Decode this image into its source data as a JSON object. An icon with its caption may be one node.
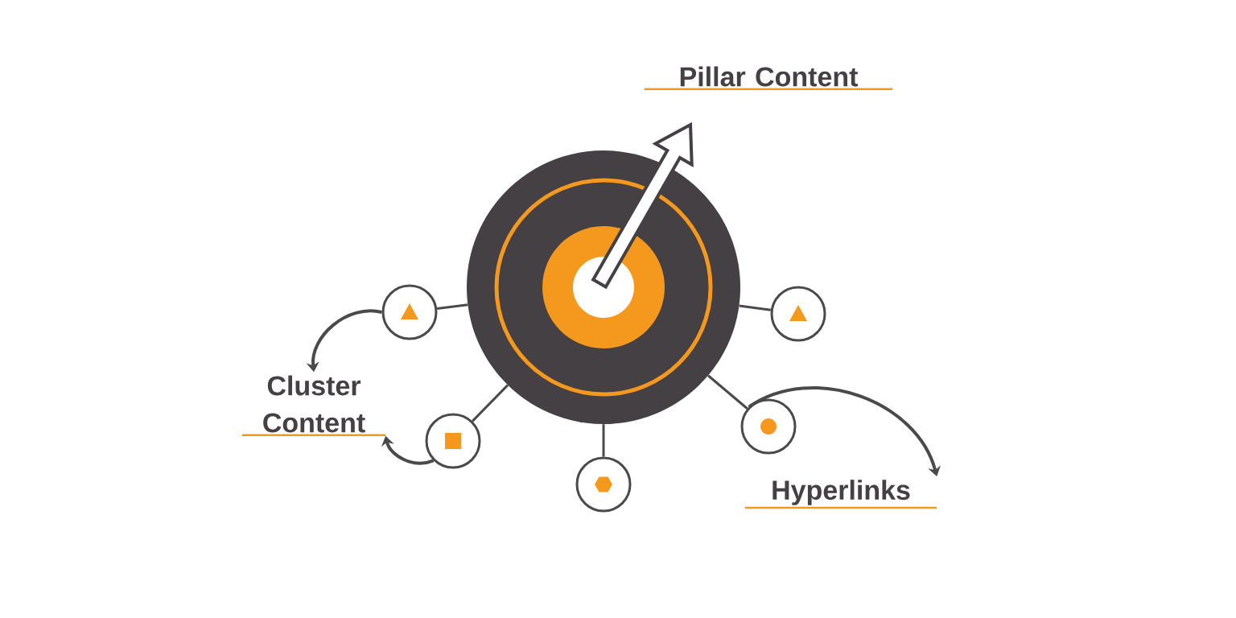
{
  "diagram": {
    "nodes": [
      {
        "text": [],
        "shape": "circle"
      },
      {
        "text": [],
        "shape": "circle"
      },
      {
        "text": [],
        "shape": "circle"
      },
      {
        "text": [],
        "shape": "circle"
      },
      {
        "text": [],
        "shape": "circle"
      },
      {
        "text": [],
        "shape": "circle"
      },
      {
        "text": [
          "Pillar Content"
        ]
      },
      {
        "text": [
          "Cluster Content"
        ]
      },
      {
        "text": [
          "Hyperlinks"
        ]
      }
    ],
    "edges": [
      {
        "from": 0,
        "to": 1,
        "arrow": "none"
      },
      {
        "from": 0,
        "to": 2,
        "arrow": "none"
      },
      {
        "from": 0,
        "to": 3,
        "arrow": "none"
      },
      {
        "from": 0,
        "to": 4,
        "arrow": "none"
      },
      {
        "from": 0,
        "to": 5,
        "arrow": "none"
      },
      {
        "from": 0,
        "to": 6,
        "arrow": "to",
        "style": "thick"
      },
      {
        "from": 1,
        "to": 7,
        "arrow": "to"
      },
      {
        "from": 3,
        "to": 7,
        "arrow": "to"
      },
      {
        "from": 5,
        "to": 8,
        "arrow": "to"
      }
    ]
  }
}
